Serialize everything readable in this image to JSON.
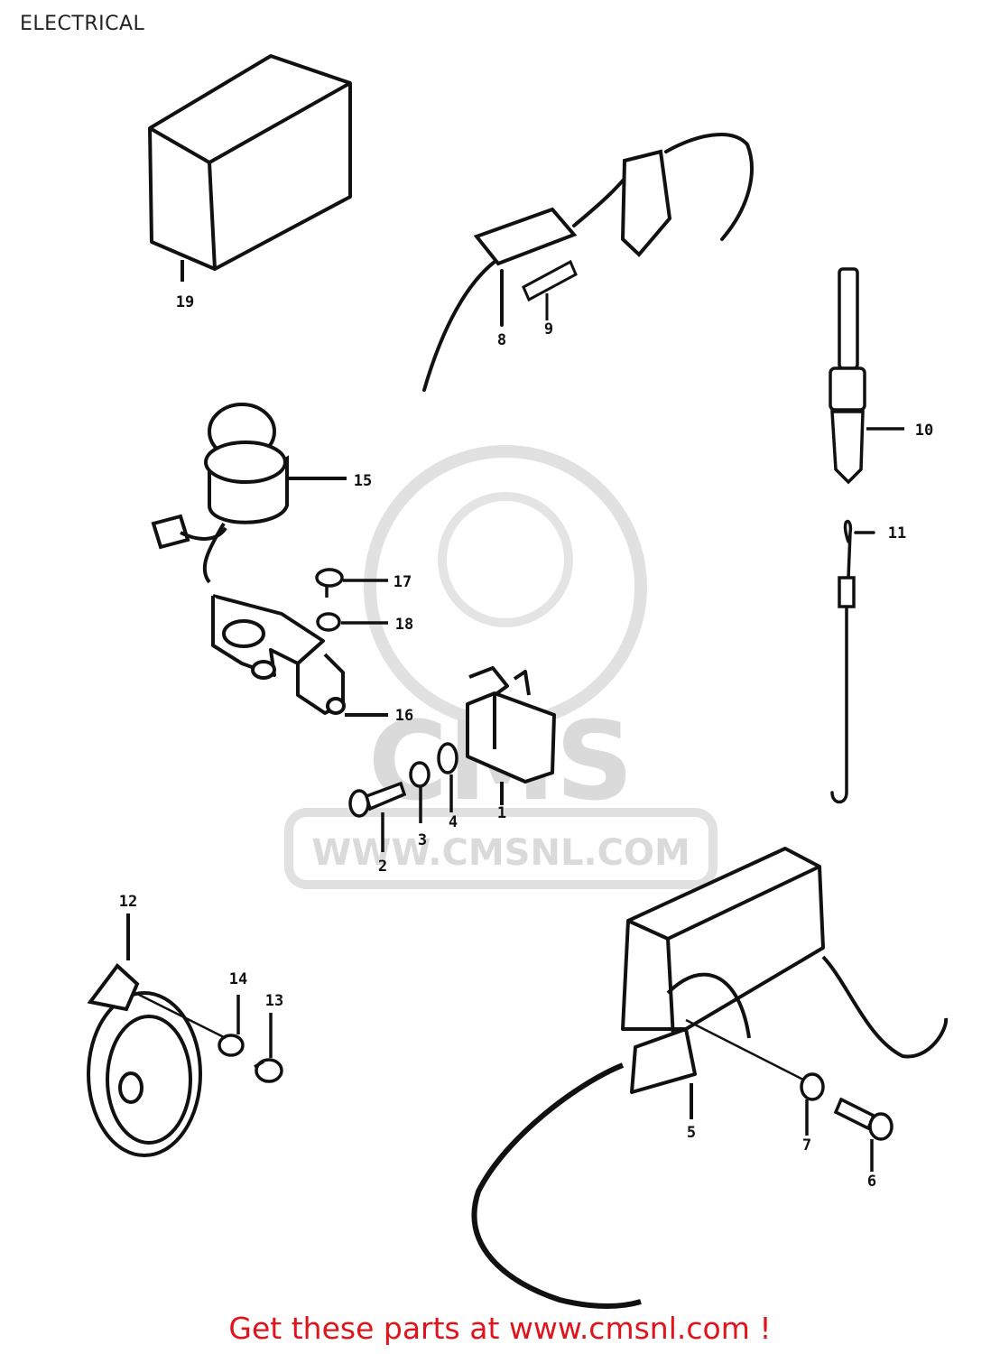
{
  "page": {
    "title": "ELECTRICAL",
    "footer_link": "Get these parts at www.cmsnl.com !",
    "accent_color": "#e0141b"
  },
  "watermark": {
    "logo_text": "CMS",
    "url_text": "WWW.CMSNL.COM",
    "color": "#d6d6d6"
  },
  "parts": [
    {
      "ref": "1",
      "label": "1"
    },
    {
      "ref": "2",
      "label": "2"
    },
    {
      "ref": "3",
      "label": "3"
    },
    {
      "ref": "4",
      "label": "4"
    },
    {
      "ref": "5",
      "label": "5"
    },
    {
      "ref": "6",
      "label": "6"
    },
    {
      "ref": "7",
      "label": "7"
    },
    {
      "ref": "8",
      "label": "8"
    },
    {
      "ref": "9",
      "label": "9"
    },
    {
      "ref": "10",
      "label": "10"
    },
    {
      "ref": "11",
      "label": "11"
    },
    {
      "ref": "12",
      "label": "12"
    },
    {
      "ref": "13",
      "label": "13"
    },
    {
      "ref": "14",
      "label": "14"
    },
    {
      "ref": "15",
      "label": "15"
    },
    {
      "ref": "16",
      "label": "16"
    },
    {
      "ref": "17",
      "label": "17"
    },
    {
      "ref": "18",
      "label": "18"
    },
    {
      "ref": "19",
      "label": "19"
    }
  ]
}
